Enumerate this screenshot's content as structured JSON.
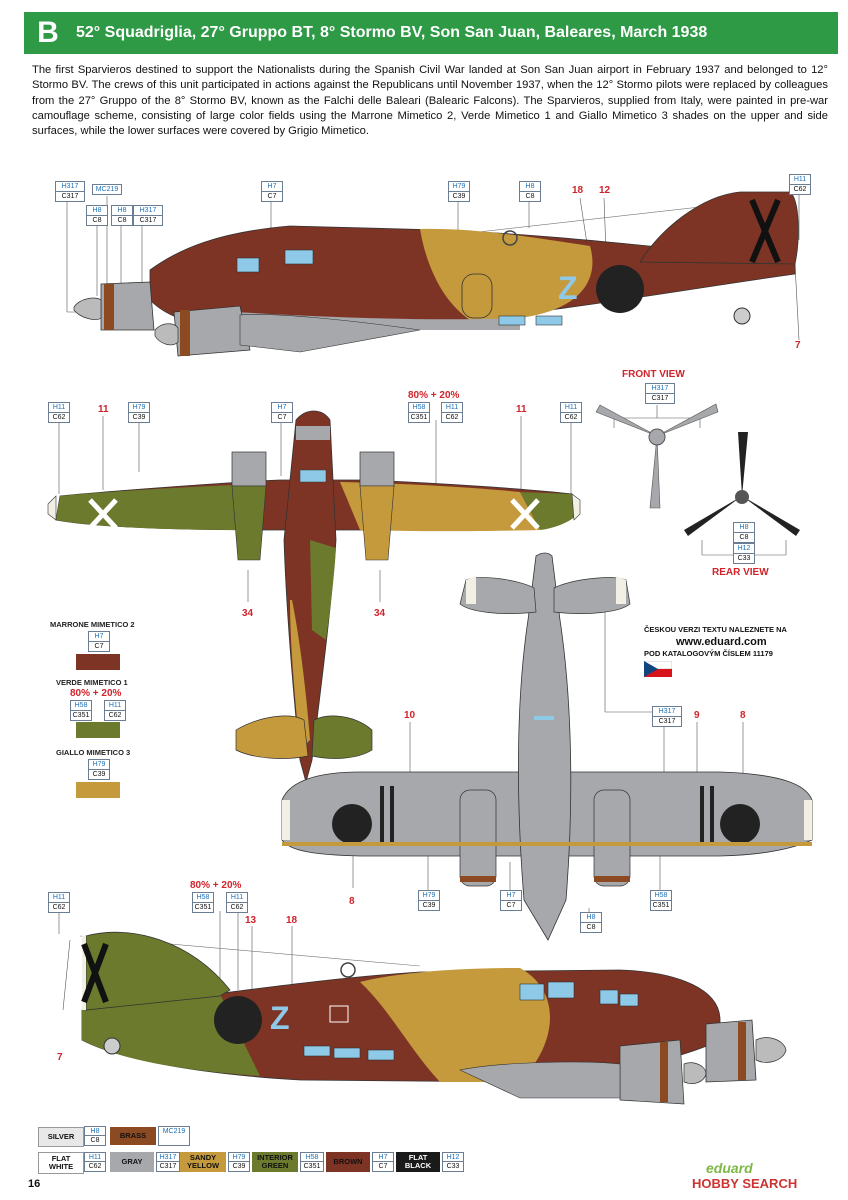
{
  "header": {
    "letter": "B",
    "title": "52° Squadriglia, 27° Gruppo BT, 8° Stormo BV, Son San Juan, Baleares, March 1938"
  },
  "intro": "The first Sparvieros destined to support the Nationalists during the Spanish Civil War landed at Son San Juan airport in February 1937 and belonged to 12° Stormo BV. The crews of this unit participated in actions against the Republicans until November 1937, when the 12° Stormo pilots were replaced by colleagues from the 27° Gruppo of the 8° Stormo BV, known as the Falchi delle Baleari (Balearic Falcons). The Sparvieros, supplied from Italy, were painted in pre-war camouflage scheme, consisting of large color fields using the Marrone Mimetico 2, Verde Mimetico 1 and Giallo Mimetico 3 shades on the upper and side surfaces, while the lower surfaces were covered by Grigio Mimetico.",
  "colors": {
    "brown": "#7e3424",
    "green": "#6b7a2c",
    "sand": "#c49a3c",
    "gray": "#a6a8ac",
    "silver": "#c8cacc",
    "brass": "#8c4a22",
    "header_green": "#2e9a46",
    "flat_black": "#1a1a1a",
    "light_blue": "#8ec9e8"
  },
  "codes": {
    "h317_c317": {
      "h": "H317",
      "c": "C317"
    },
    "mc219": "MC219",
    "h8_c8": {
      "h": "H8",
      "c": "C8"
    },
    "h7_c7": {
      "h": "H7",
      "c": "C7"
    },
    "h79_c39": {
      "h": "H79",
      "c": "C39"
    },
    "h11_c62": {
      "h": "H11",
      "c": "C62"
    },
    "h58_c351": {
      "h": "H58",
      "c": "C351"
    },
    "h12_c33": {
      "h": "H12",
      "c": "C33"
    }
  },
  "callouts": {
    "n18": "18",
    "n12": "12",
    "n7": "7",
    "n11": "11",
    "n34": "34",
    "n10": "10",
    "n9": "9",
    "n8": "8",
    "n13": "13"
  },
  "mix_label": "80% + 20%",
  "views": {
    "front": "FRONT VIEW",
    "rear": "REAR VIEW"
  },
  "swatches": [
    {
      "name": "MARRONE MIMETICO 2",
      "color": "#7e3424"
    },
    {
      "name": "VERDE MIMETICO 1",
      "color": "#6b7a2c"
    },
    {
      "name": "GIALLO MIMETICO 3",
      "color": "#c49a3c"
    }
  ],
  "czech_note": {
    "line1": "ČESKOU VERZI TEXTU NALEZNETE NA",
    "line2": "www.eduard.com",
    "line3": "POD KATALOGOVÝM ČÍSLEM 11179"
  },
  "legend": {
    "silver": "SILVER",
    "brass": "BRASS",
    "flat_white_1": "FLAT",
    "flat_white_2": "WHITE",
    "gray": "GRAY",
    "sandy_1": "SANDY",
    "sandy_2": "YELLOW",
    "interior_1": "INTERIOR",
    "interior_2": "GREEN",
    "brown": "BROWN",
    "flat_black_1": "FLAT",
    "flat_black_2": "BLACK"
  },
  "markings": {
    "x": "X",
    "z": "Z"
  },
  "page_number": "16",
  "brand": "eduard",
  "watermark": "HOBBY SEARCH"
}
